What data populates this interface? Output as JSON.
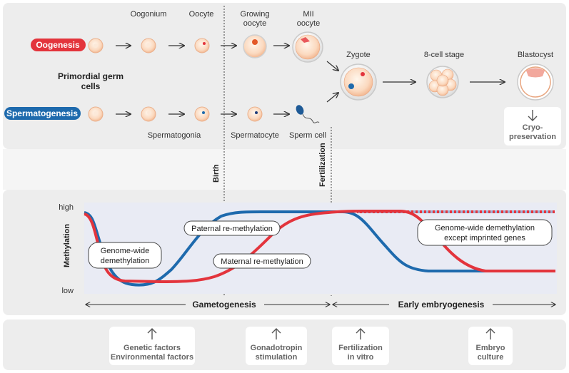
{
  "top": {
    "stage_labels": {
      "oogonium": "Oogonium",
      "oocyte": "Oocyte",
      "growing_oocyte_l1": "Growing",
      "growing_oocyte_l2": "oocyte",
      "mii_oocyte_l1": "MII",
      "mii_oocyte_l2": "oocyte",
      "zygote": "Zygote",
      "eight_cell": "8-cell stage",
      "blastocyst": "Blastocyst",
      "spermatogonia": "Spermatogonia",
      "spermatocyte": "Spermatocyte",
      "sperm_cell": "Sperm cell"
    },
    "pgc_l1": "Primordial germ",
    "pgc_l2": "cells",
    "oogenesis": "Oogenesis",
    "spermatogenesis": "Spermatogenesis",
    "cryo_l1": "Cryo-",
    "cryo_l2": "preservation",
    "birth": "Birth",
    "fertilization": "Fertilization"
  },
  "methylation": {
    "ylabel": "Methylation",
    "high": "high",
    "low": "low",
    "callouts": {
      "genome_wide_l1": "Genome-wide",
      "genome_wide_l2": "demethylation",
      "paternal": "Paternal re-methylation",
      "maternal": "Maternal re-methylation",
      "demeth_except_l1": "Genome-wide demethylation",
      "demeth_except_l2": "except imprinted genes"
    },
    "phases": {
      "gametogenesis": "Gametogenesis",
      "early_embryogenesis": "Early embryogenesis"
    }
  },
  "factors": [
    {
      "l1": "Genetic factors",
      "l2": "Environmental factors"
    },
    {
      "l1": "Gonadotropin",
      "l2": "stimulation"
    },
    {
      "l1": "Fertilization",
      "l2": "in vitro"
    },
    {
      "l1": "Embryo",
      "l2": "culture"
    }
  ],
  "colors": {
    "maternal": "#e3343c",
    "paternal": "#1e6aad",
    "cell_fill": "#fad7bd",
    "cell_stroke": "#e8a57f",
    "panel": "#ececec",
    "plot_bg": "#e9ebf4"
  },
  "icons": {
    "cryo": "arrow-down-icon",
    "factor": "arrow-up-icon"
  }
}
